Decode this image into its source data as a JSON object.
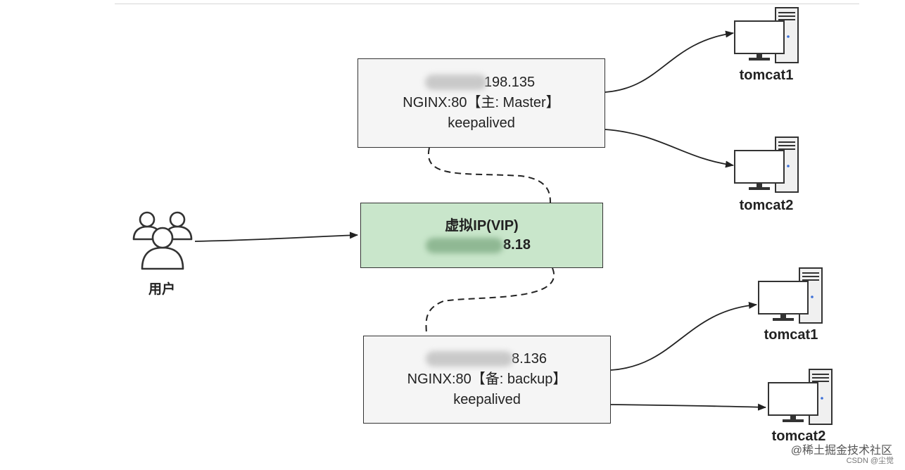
{
  "master": {
    "ip": "198.135",
    "nginx": "NGINX:80【主: Master】",
    "keepalived": "keepalived"
  },
  "vip": {
    "title": "虚拟IP(VIP)",
    "ip": "8.18"
  },
  "backup": {
    "ip": "8.136",
    "nginx": "NGINX:80【备: backup】",
    "keepalived": "keepalived"
  },
  "user": {
    "label": "用户"
  },
  "servers": [
    {
      "label": "tomcat1"
    },
    {
      "label": "tomcat2"
    },
    {
      "label": "tomcat1"
    },
    {
      "label": "tomcat2"
    }
  ],
  "watermark": "@稀土掘金技术社区",
  "credit": "CSDN @尘觉",
  "colors": {
    "vip_fill": "#c9e6cb",
    "box_fill": "#f5f5f5",
    "stroke": "#333333"
  }
}
